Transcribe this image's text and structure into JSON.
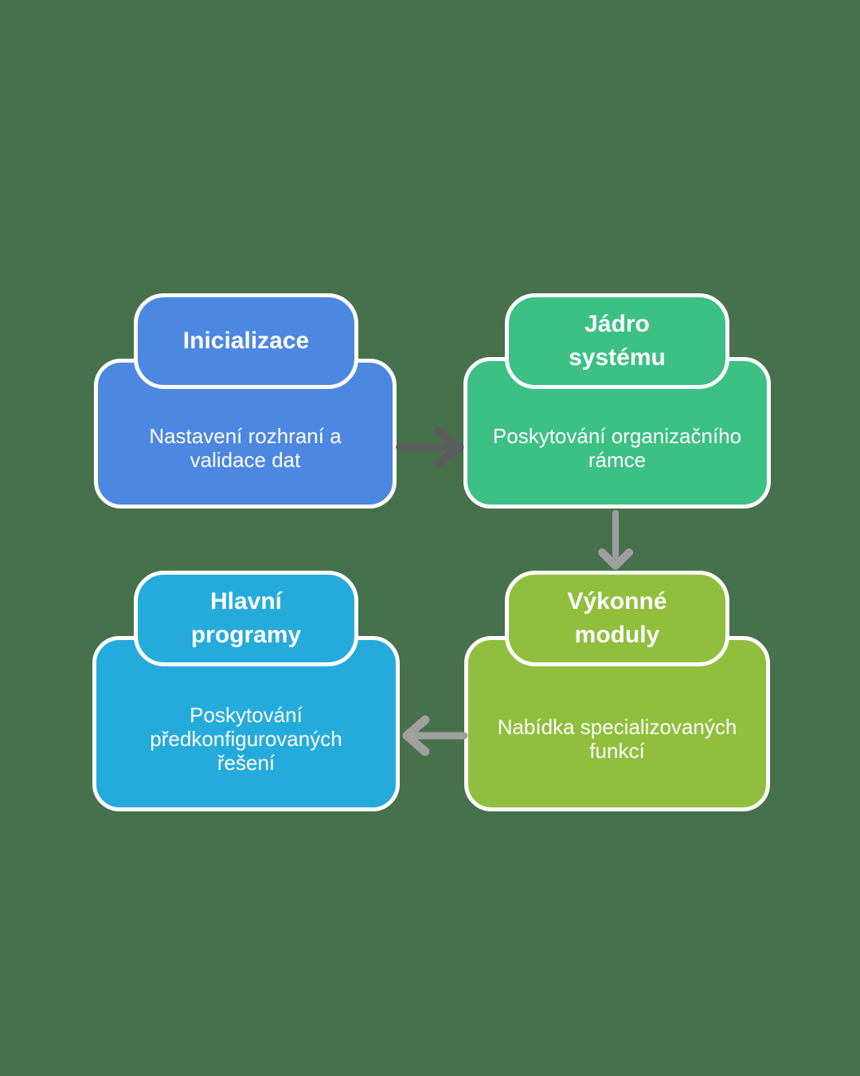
{
  "canvas": {
    "background_color": "#47714d",
    "text_color": "#ffffff",
    "border_color": "#ffffff"
  },
  "nodes": [
    {
      "id": "inicializace",
      "title": "Inicializace",
      "description": "Nastavení rozhraní a\nvalidace dat",
      "color": "#4c87e2"
    },
    {
      "id": "jadro-systemu",
      "title": "Jádro\nsystému",
      "description": "Poskytování organizačního\nrámce",
      "color": "#3cc084"
    },
    {
      "id": "hlavni-programy",
      "title": "Hlavní\nprogramy",
      "description": "Poskytování\npředkonfigurovaných\nřešení",
      "color": "#25abdb"
    },
    {
      "id": "vykonne-moduly",
      "title": "Výkonné\nmoduly",
      "description": "Nabídka specializovaných\nfunkcí",
      "color": "#90bf3d"
    }
  ],
  "arrows": [
    {
      "from": "inicializace",
      "to": "jadro-systemu",
      "direction": "right",
      "color": "#5b5c5e"
    },
    {
      "from": "jadro-systemu",
      "to": "vykonne-moduly",
      "direction": "down",
      "color": "#9e9ea0"
    },
    {
      "from": "vykonne-moduly",
      "to": "hlavni-programy",
      "direction": "left",
      "color": "#a0a0a0"
    }
  ]
}
